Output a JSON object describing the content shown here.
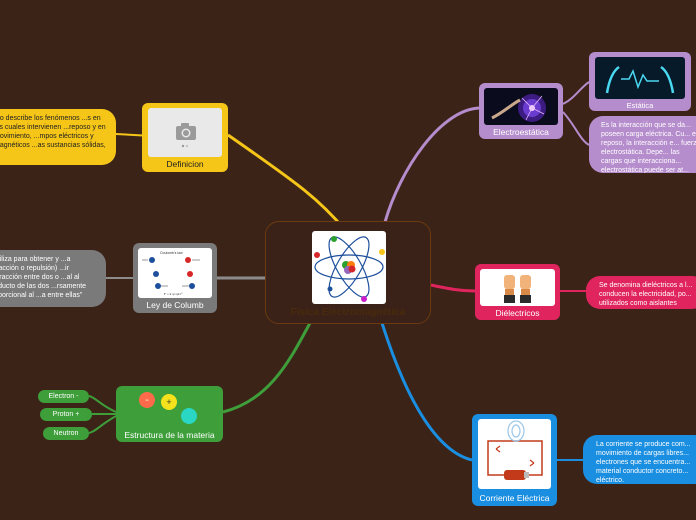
{
  "central": {
    "title": "Física Electromagnética"
  },
  "nodes": {
    "definicion": {
      "label": "Definicion"
    },
    "coulomb": {
      "label": "Ley de Columb"
    },
    "estructura": {
      "label": "Estructura de la materia"
    },
    "electroestatica": {
      "label": "Electroestática"
    },
    "estatica": {
      "label": "Estática"
    },
    "dielectricos": {
      "label": "Diélectricos"
    },
    "corriente": {
      "label": "Corriente Eléctrica"
    }
  },
  "bubbles": {
    "definicion": "...o describe los fenómenos ...s en los cuales intervienen ...reposo y en movimiento, ...mpos eléctricos y magnéticos ...as sustancias sólidas,",
    "coulomb": "...utiliza para obtener y ...a (atracción o repulsión) ...ir interacción entre dos o ...al al producto de las dos ...rsamente proporcional al ...a entre ellas\"",
    "electroestatica": "Es la interacción que se da... poseen carga eléctrica. Cu... en reposo, la interacción e... fuerza electrostática. Depe... las cargas que interacciona... electrostática puede ser at...",
    "dielectricos": "Se denomina dieléctricos a l... conducen la electricidad, po... utilizados como aislantes",
    "corriente": "La corriente se produce com... movimiento de cargas libres... electrones que se encuentra... material conductor concreto... eléctrico."
  },
  "particles": [
    "Electron -",
    "Proton +",
    "Neutron"
  ],
  "colors": {
    "background": "#3b2318",
    "central_border": "#6b3a10",
    "central_title": "#4a2a0c",
    "definicion": "#f5c518",
    "coulomb": "#7a7a7a",
    "estructura": "#3e9e3a",
    "electroestatica": "#b58ccc",
    "dielectricos": "#e0245e",
    "corriente": "#1a8ee0"
  },
  "icons": [
    "camera-icon",
    "atom-icon",
    "plasma-ball-icon",
    "glowing-hands-icon",
    "raised-fists-icon",
    "electric-circuit-icon",
    "particles-icon",
    "coulomb-diagram-icon"
  ]
}
